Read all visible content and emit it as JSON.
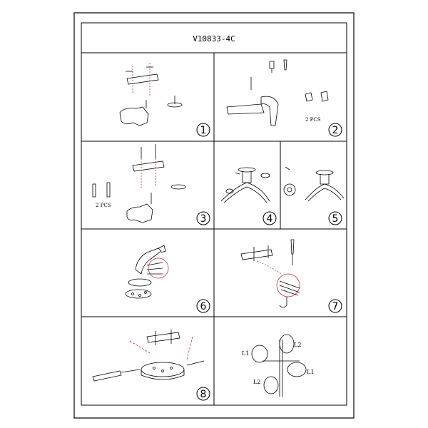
{
  "document": {
    "title": "V10833-4C"
  },
  "steps": [
    {
      "number": "1"
    },
    {
      "number": "2",
      "label": "2 PCS"
    },
    {
      "number": "3",
      "label": "2 PCS"
    },
    {
      "number": "4"
    },
    {
      "number": "5"
    },
    {
      "number": "6"
    },
    {
      "number": "7"
    },
    {
      "number": "8"
    }
  ],
  "layout_panel": {
    "labels": [
      "L1",
      "L2",
      "L1",
      "L2"
    ]
  }
}
